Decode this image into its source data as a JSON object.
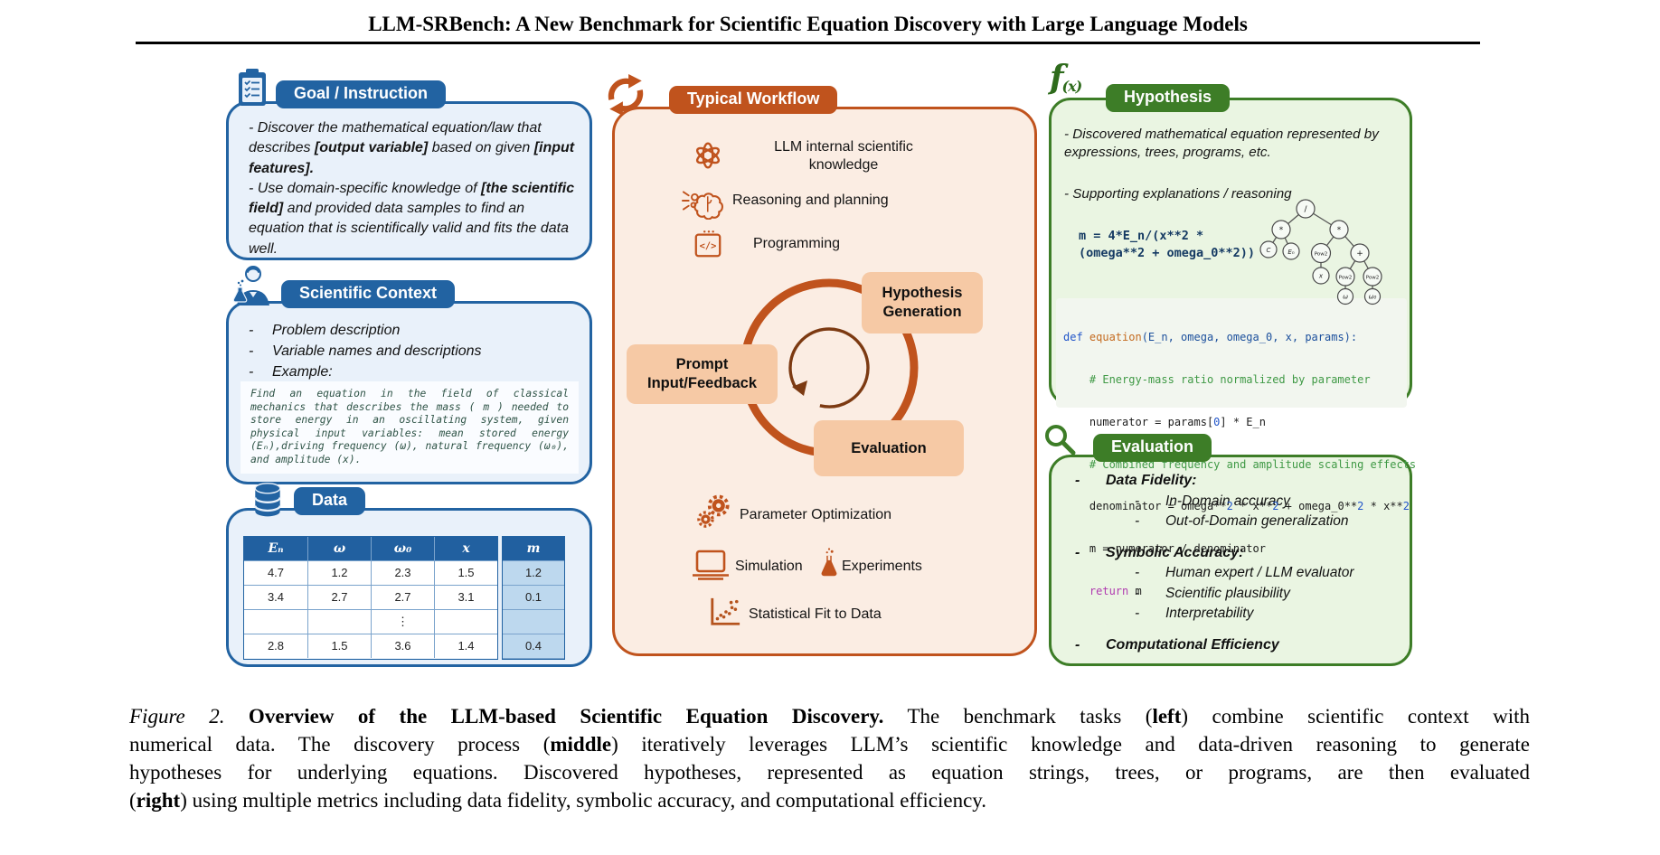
{
  "page": {
    "title": "LLM-SRBench: A New Benchmark for Scientific Equation Discovery with Large Language Models"
  },
  "ui": {
    "dash": "-"
  },
  "colors": {
    "blue": "#2263a2",
    "orange": "#c0531d",
    "green": "#3d7d27",
    "node_fill": "#f6c9a5",
    "m_column": "#bdd8ee"
  },
  "goal": {
    "header": "Goal / Instruction",
    "seg1": "- Discover the mathematical equation/law that describes ",
    "seg2": "[output variable]",
    "seg3": " based on given ",
    "seg4": "[input features].",
    "seg5": "- Use domain-specific knowledge of ",
    "seg6": "[the scientific field]",
    "seg7": " and provided data samples to find an equation that is scientifically valid and fits the data well."
  },
  "context": {
    "header": "Scientific Context",
    "items": [
      "Problem description",
      "Variable names and descriptions",
      "Example:"
    ],
    "example": "Find an equation in the field of classical mechanics that describes the mass ( m ) needed to store energy in an oscillating system, given physical input variables: mean stored energy (Eₙ),driving frequency (ω), natural frequency (ω₀), and amplitude (x)."
  },
  "data_box": {
    "header": "Data",
    "columns": [
      "Eₙ",
      "ω",
      "ω₀",
      "x",
      "m"
    ],
    "rows": [
      [
        "4.7",
        "1.2",
        "2.3",
        "1.5",
        "1.2"
      ],
      [
        "3.4",
        "2.7",
        "2.7",
        "3.1",
        "0.1"
      ],
      [
        "",
        "",
        "⋮",
        "",
        ""
      ],
      [
        "2.8",
        "1.5",
        "3.6",
        "1.4",
        "0.4"
      ]
    ]
  },
  "workflow": {
    "header": "Typical Workflow",
    "item_llm": "LLM internal scientific\nknowledge",
    "item_reasoning": "Reasoning and planning",
    "item_programming": "Programming",
    "node_hypothesis": "Hypothesis\nGeneration",
    "node_prompt": "Prompt\nInput/Feedback",
    "node_evaluation": "Evaluation",
    "item_param": "Parameter Optimization",
    "item_simulation": "Simulation",
    "item_experiments": "Experiments",
    "item_statfit": "Statistical Fit to Data"
  },
  "hypothesis": {
    "header": "Hypothesis",
    "bullet1": "- Discovered mathematical equation represented by expressions, trees, programs, etc.",
    "bullet2": "- Supporting explanations / reasoning",
    "equation": "m = 4*E_n/(x**2 *\n(omega**2 + omega_0**2))",
    "tree": [
      "/",
      "*",
      "*",
      "C",
      "Eₙ",
      "Pow2",
      "+",
      "x",
      "Pow2",
      "Pow2",
      "ω",
      "ω₀"
    ],
    "code": {
      "l1": {
        "a": "def ",
        "b": "equation",
        "c": "(E_n, omega, omega_0, x, params):"
      },
      "l2": "    # Energy-mass ratio normalized by parameter",
      "l3": {
        "a": "    numerator = params[",
        "b": "0",
        "c": "] * E_n"
      },
      "l4": "    # Combined frequency and amplitude scaling effects",
      "l5": {
        "a": "    denominator = omega**",
        "b": "2",
        "c": " * x**",
        "d": "2",
        "e": " + omega_0**",
        "f": "2",
        "g": " * x**",
        "h": "2"
      },
      "l6": "    m = numerator / denominator",
      "l7": {
        "a": "    return",
        "b": " m"
      }
    }
  },
  "evaluation": {
    "header": "Evaluation",
    "g1": "Data Fidelity:",
    "g1_items": [
      "In-Domain accuracy",
      "Out-of-Domain generalization"
    ],
    "g2": "Symbolic Accuracy:",
    "g2_items": [
      "Human expert / LLM evaluator",
      "Scientific plausibility",
      "Interpretability"
    ],
    "g3": "Computational Efficiency"
  },
  "icons": {
    "fx_f": "f",
    "fx_x": "(x)",
    "code_glyph": "</>"
  },
  "caption": {
    "l1": {
      "a": "Figure 2.",
      "b": " Overview of the LLM-based Scientific Equation Discovery.",
      "c": " The benchmark tasks (",
      "d": "left",
      "e": ") combine scientific context with"
    },
    "l2": {
      "a": "numerical data. The discovery process (",
      "b": "middle",
      "c": ") iteratively leverages LLM’s scientific knowledge and data-driven reasoning to generate"
    },
    "l3": "hypotheses for underlying equations.  Discovered hypotheses, represented as equation strings, trees, or programs, are then evaluated",
    "l4": {
      "a": "(",
      "b": "right",
      "c": ") using multiple metrics including data fidelity, symbolic accuracy, and computational efficiency."
    }
  }
}
